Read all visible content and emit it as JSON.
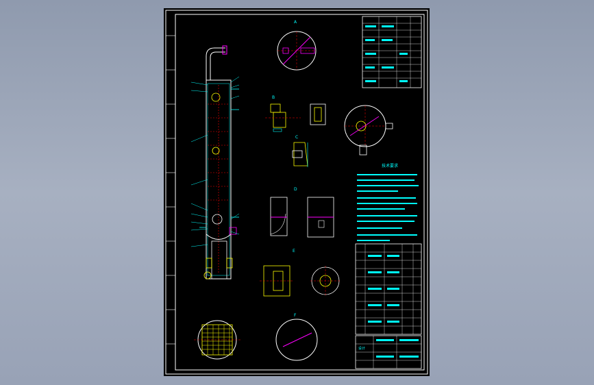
{
  "drawing": {
    "views": [
      {
        "id": "view-a",
        "label": "A"
      },
      {
        "id": "view-b",
        "label": "B"
      },
      {
        "id": "view-c",
        "label": "C"
      },
      {
        "id": "view-d",
        "label": "D"
      },
      {
        "id": "view-e",
        "label": "E"
      },
      {
        "id": "view-f",
        "label": "F"
      }
    ],
    "notes_heading": "技术要求",
    "title_block_label": "设计"
  },
  "colors": {
    "background": "#000000",
    "frame": "#ffffff",
    "geometry": "#00ffff",
    "hatch": "#ffff00",
    "centerline": "#ff0000",
    "highlight": "#ff00ff"
  }
}
